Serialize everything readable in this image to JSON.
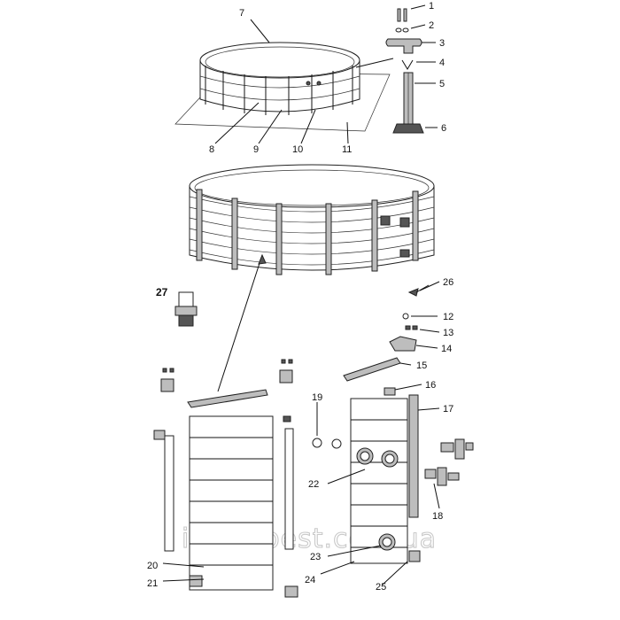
{
  "watermark": "intex-best.com.ua",
  "colors": {
    "line": "#111111",
    "part_fill": "#ffffff",
    "dark_fill": "#555555",
    "mid_fill": "#bdbdbd",
    "watermark": "#c9c9c9"
  },
  "callouts": [
    {
      "id": "1",
      "label": "1"
    },
    {
      "id": "2",
      "label": "2"
    },
    {
      "id": "3",
      "label": "3"
    },
    {
      "id": "4",
      "label": "4"
    },
    {
      "id": "5",
      "label": "5"
    },
    {
      "id": "6",
      "label": "6"
    },
    {
      "id": "7",
      "label": "7"
    },
    {
      "id": "8",
      "label": "8"
    },
    {
      "id": "9",
      "label": "9"
    },
    {
      "id": "10",
      "label": "10"
    },
    {
      "id": "11",
      "label": "11"
    },
    {
      "id": "12",
      "label": "12"
    },
    {
      "id": "13",
      "label": "13"
    },
    {
      "id": "14",
      "label": "14"
    },
    {
      "id": "15",
      "label": "15"
    },
    {
      "id": "16",
      "label": "16"
    },
    {
      "id": "17",
      "label": "17"
    },
    {
      "id": "18",
      "label": "18"
    },
    {
      "id": "19",
      "label": "19"
    },
    {
      "id": "20",
      "label": "20"
    },
    {
      "id": "21",
      "label": "21"
    },
    {
      "id": "22",
      "label": "22"
    },
    {
      "id": "23",
      "label": "23"
    },
    {
      "id": "24",
      "label": "24"
    },
    {
      "id": "25",
      "label": "25"
    },
    {
      "id": "26",
      "label": "26"
    },
    {
      "id": "27",
      "label": "27"
    }
  ]
}
